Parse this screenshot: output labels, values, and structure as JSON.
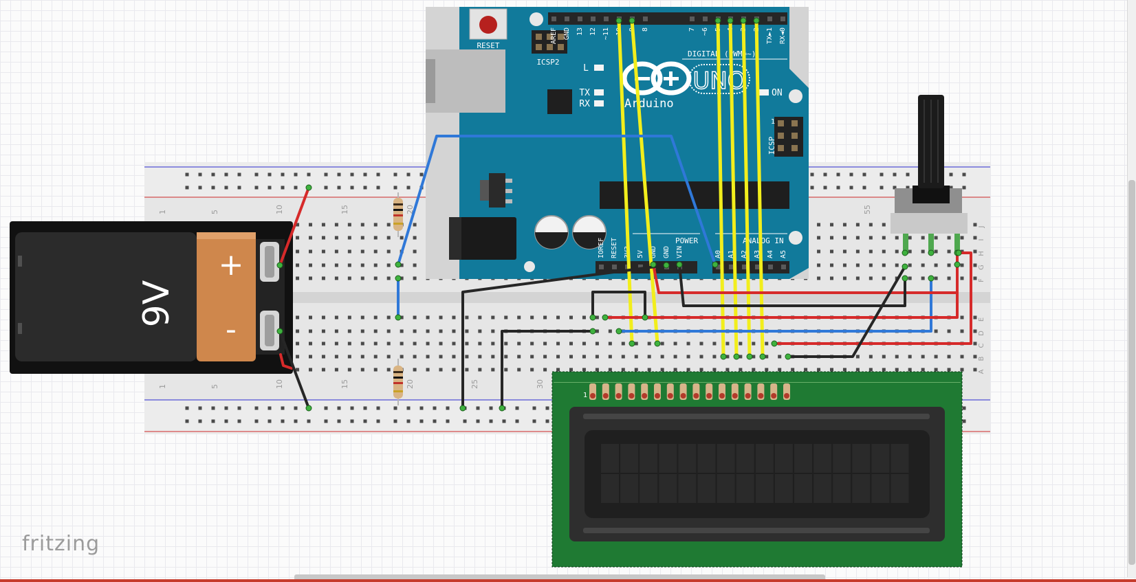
{
  "app": {
    "watermark": "fritzing"
  },
  "arduino": {
    "reset_label": "RESET",
    "icsp2_label": "ICSP2",
    "icsp_label": "ICSP",
    "icsp_pin1": "1",
    "brand": "Arduino",
    "model": "UNO",
    "led_l": "L",
    "led_tx": "TX",
    "led_rx": "RX",
    "led_on": "ON",
    "digital_label": "DIGITAL (PWM=~)",
    "power_label": "POWER",
    "analog_label": "ANALOG IN",
    "digital_pins": [
      "AREF",
      "GND",
      "13",
      "12",
      "~11",
      "~10",
      "~9",
      "8",
      "7",
      "~6",
      "~5",
      "4",
      "~3",
      "2",
      "TX►1",
      "RX◄0"
    ],
    "power_pins": [
      "IOREF",
      "RESET",
      "3V3",
      "5V",
      "GND",
      "GND",
      "VIN"
    ],
    "analog_pins": [
      "A0",
      "A1",
      "A2",
      "A3",
      "A4",
      "A5"
    ]
  },
  "breadboard": {
    "column_labels": [
      "1",
      "5",
      "10",
      "15",
      "20",
      "25",
      "30",
      "55"
    ],
    "row_labels": [
      "J",
      "I",
      "H",
      "G",
      "F",
      "E",
      "D",
      "C",
      "B",
      "A"
    ]
  },
  "battery": {
    "label": "9V",
    "plus": "+",
    "minus": "-"
  },
  "lcd": {
    "pin1_label": "1"
  },
  "colors": {
    "wire_red": "#d62a2a",
    "wire_black": "#262626",
    "wire_blue": "#2f78d8",
    "wire_yellow": "#f2ee1c",
    "arduino_blue": "#117a9b",
    "lcd_green": "#1f7a33"
  }
}
